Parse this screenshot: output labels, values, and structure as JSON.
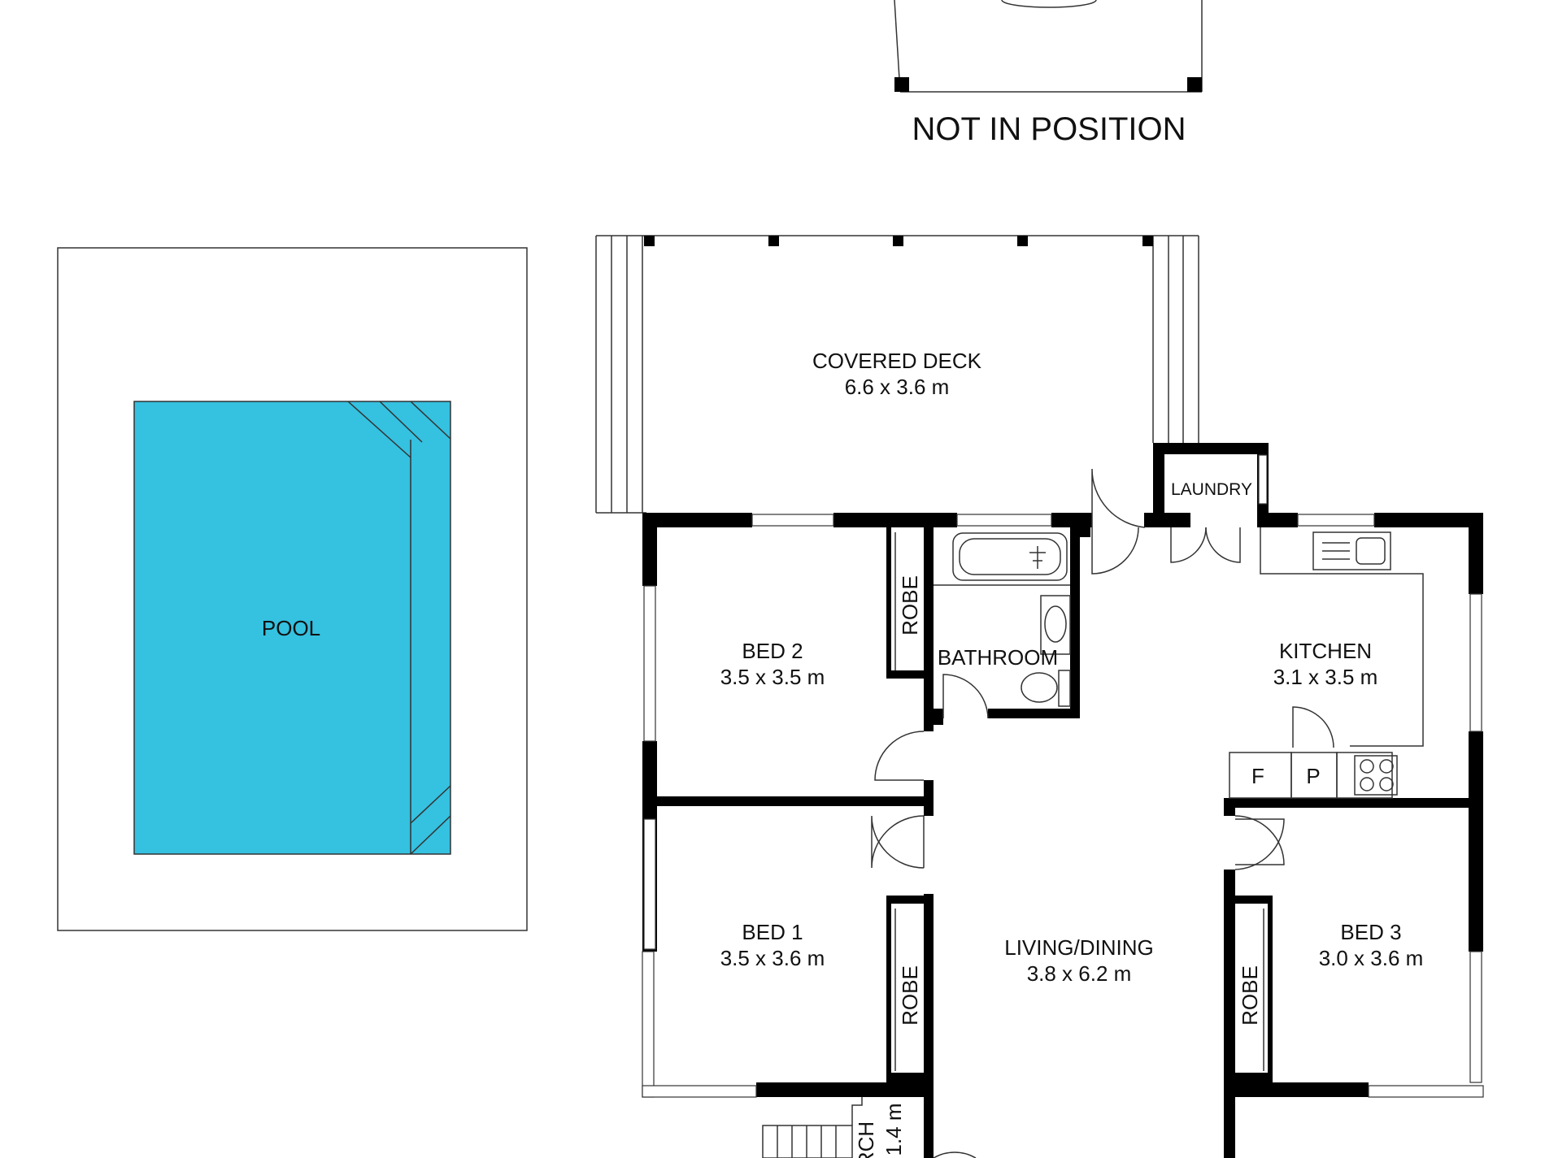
{
  "colors": {
    "wall": "#000000",
    "pool": "#35C1E0",
    "line": "#333333"
  },
  "labels": {
    "not_in_position": "NOT IN POSITION",
    "pool": "POOL",
    "covered_deck_name": "COVERED DECK",
    "covered_deck_size": "6.6 x 3.6 m",
    "laundry": "LAUNDRY",
    "bed2_name": "BED 2",
    "bed2_size": "3.5 x 3.5 m",
    "bathroom": "BATHROOM",
    "kitchen_name": "KITCHEN",
    "kitchen_size": "3.1 x 3.5 m",
    "fridge": "F",
    "pantry": "P",
    "bed1_name": "BED 1",
    "bed1_size": "3.5 x 3.6 m",
    "living_name": "LIVING/DINING",
    "living_size": "3.8 x 6.2 m",
    "bed3_name": "BED 3",
    "bed3_size": "3.0 x 3.6 m",
    "robe": "ROBE",
    "porch_name": "RCH",
    "porch_size": "1.4 m"
  }
}
